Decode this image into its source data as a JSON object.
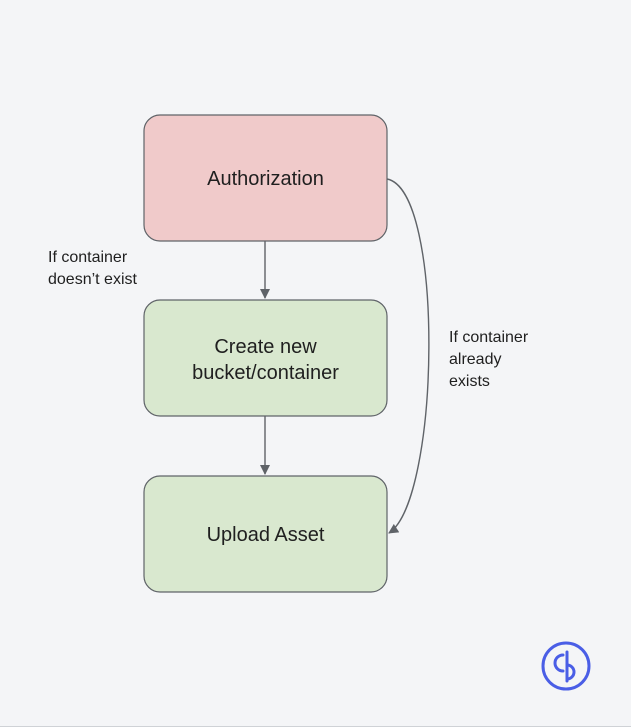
{
  "nodes": {
    "authorization": {
      "label": "Authorization",
      "fill": "#f0caca"
    },
    "create": {
      "label_line1": "Create new",
      "label_line2": "bucket/container",
      "fill": "#d9e8cf"
    },
    "upload": {
      "label": "Upload Asset",
      "fill": "#d9e8cf"
    }
  },
  "edges": {
    "not_exist": {
      "line1": "If container",
      "line2": "doesn’t exist"
    },
    "exists": {
      "line1": "If container",
      "line2": "already",
      "line3": "exists"
    }
  },
  "colors": {
    "stroke": "#5f6368",
    "logo": "#4a5ee6",
    "background": "#f4f5f7"
  },
  "logo": {
    "icon": "cloudinary-logo-icon"
  }
}
